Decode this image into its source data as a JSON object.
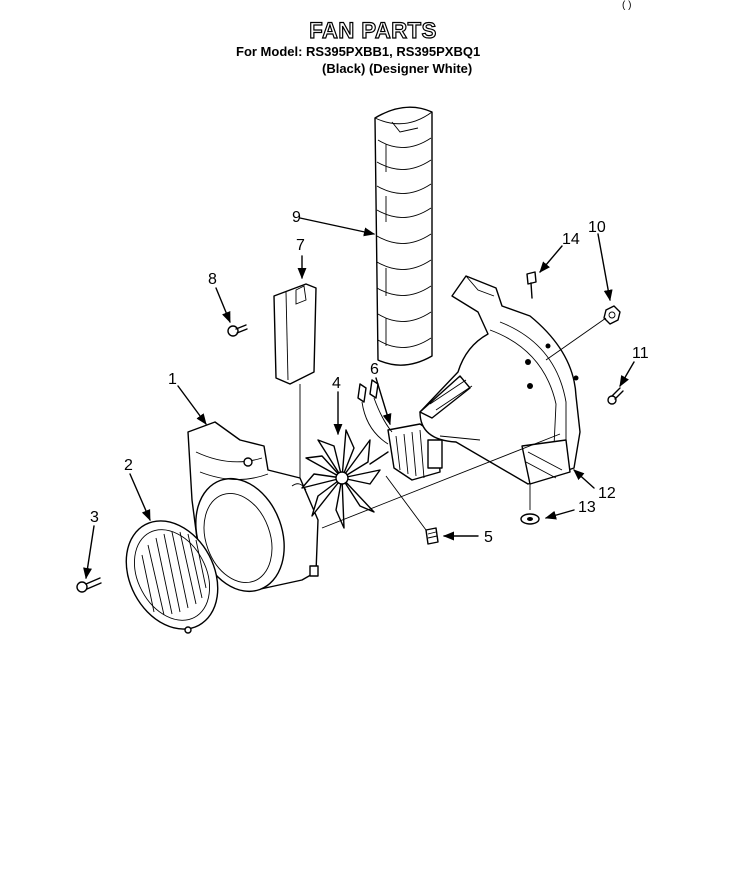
{
  "header": {
    "title": "FAN PARTS",
    "model_line": "For Model: RS395PXBB1, RS395PXBQ1",
    "color_line": "(Black)  (Designer White)"
  },
  "corner_mark": "(  )",
  "callouts": [
    {
      "id": "1",
      "label": "1"
    },
    {
      "id": "2",
      "label": "2"
    },
    {
      "id": "3",
      "label": "3"
    },
    {
      "id": "4",
      "label": "4"
    },
    {
      "id": "5",
      "label": "5"
    },
    {
      "id": "6",
      "label": "6"
    },
    {
      "id": "7",
      "label": "7"
    },
    {
      "id": "8",
      "label": "8"
    },
    {
      "id": "9",
      "label": "9"
    },
    {
      "id": "10",
      "label": "10"
    },
    {
      "id": "11",
      "label": "11"
    },
    {
      "id": "12",
      "label": "12"
    },
    {
      "id": "13",
      "label": "13"
    },
    {
      "id": "14",
      "label": "14"
    }
  ]
}
